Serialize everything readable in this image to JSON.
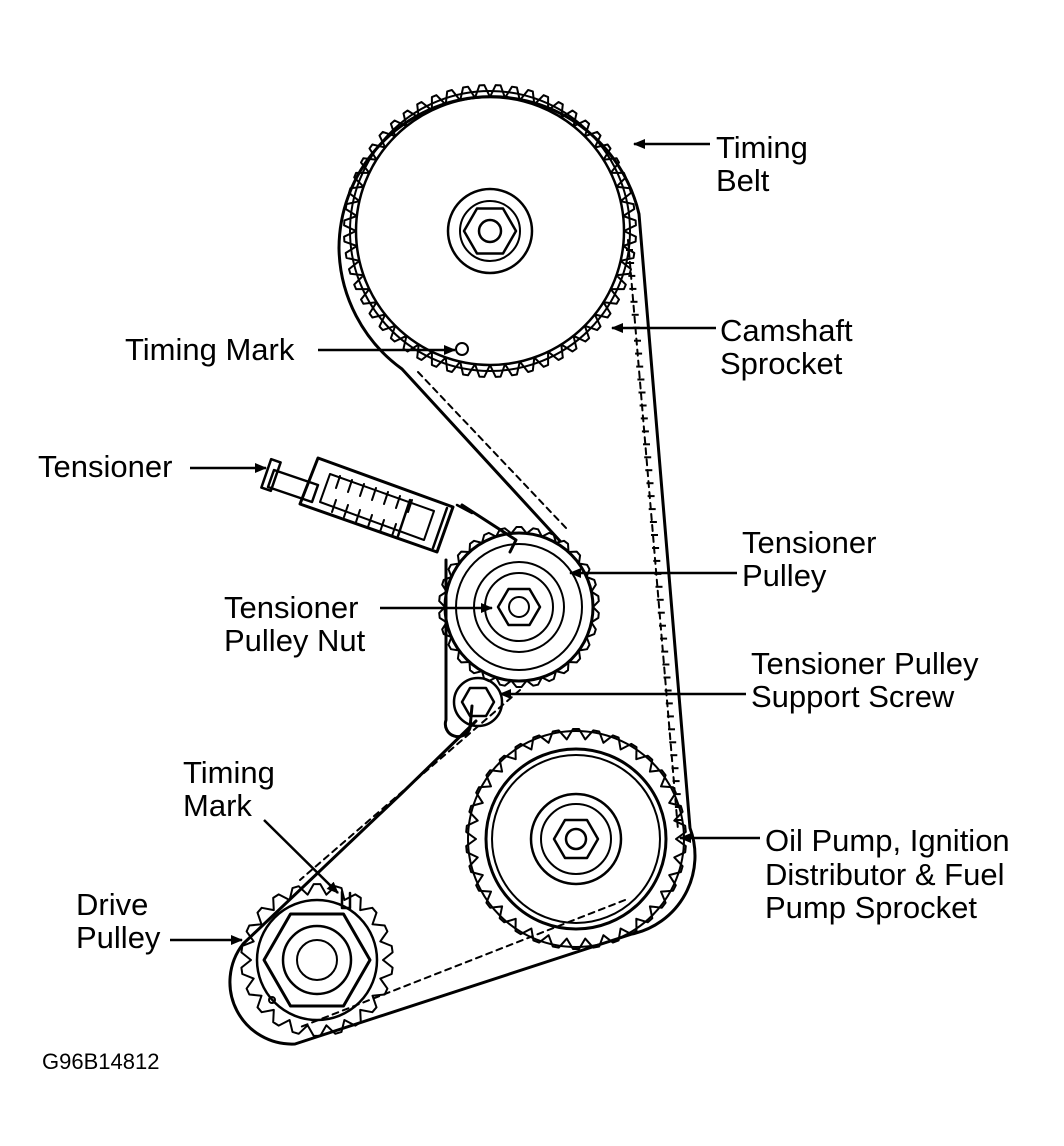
{
  "labels": {
    "timing_belt": [
      "Timing",
      "Belt"
    ],
    "camshaft_sprocket": [
      "Camshaft",
      "Sprocket"
    ],
    "timing_mark_top": [
      "Timing Mark"
    ],
    "tensioner": [
      "Tensioner"
    ],
    "tensioner_pulley": [
      "Tensioner",
      "Pulley"
    ],
    "tensioner_pulley_nut": [
      "Tensioner",
      "Pulley Nut"
    ],
    "support_screw": [
      "Tensioner Pulley",
      "Support Screw"
    ],
    "timing_mark_bottom": [
      "Timing",
      "Mark"
    ],
    "oil_pump_sprocket": [
      "Oil Pump, Ignition",
      "Distributor & Fuel",
      "Pump Sprocket"
    ],
    "drive_pulley": [
      "Drive",
      "Pulley"
    ]
  },
  "figure_code": "G96B14812"
}
